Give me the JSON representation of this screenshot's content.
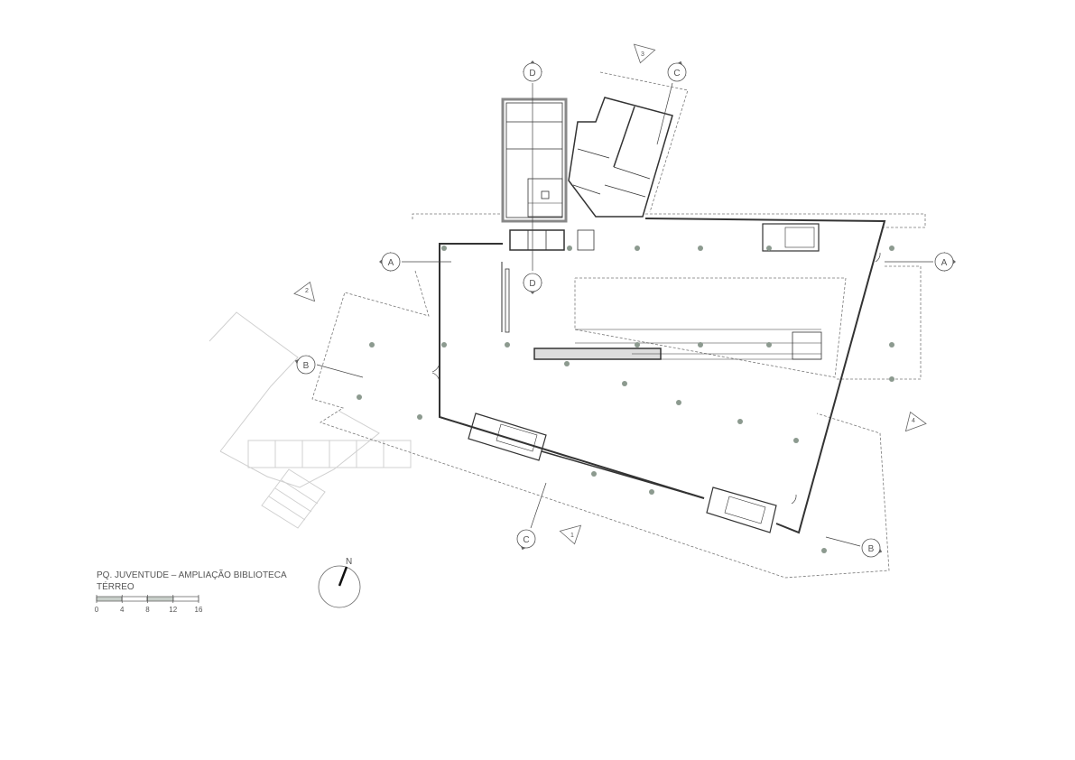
{
  "title_block": {
    "project": "PQ. JUVENTUDE – AMPLIAÇÃO BIBLIOTECA",
    "floor": "TÉRREO",
    "scale_ticks": [
      "0",
      "4",
      "8",
      "12",
      "16"
    ],
    "north_label": "N"
  },
  "section_markers": [
    {
      "id": "section-a-west",
      "label": "A"
    },
    {
      "id": "section-a-east",
      "label": "A"
    },
    {
      "id": "section-b-west",
      "label": "B"
    },
    {
      "id": "section-b-east",
      "label": "B"
    },
    {
      "id": "section-c-north",
      "label": "C"
    },
    {
      "id": "section-c-south",
      "label": "C"
    },
    {
      "id": "section-d-north",
      "label": "D"
    },
    {
      "id": "section-d-mid",
      "label": "D"
    }
  ],
  "elevation_markers": [
    {
      "id": "elevation-1",
      "label": "1"
    },
    {
      "id": "elevation-2",
      "label": "2"
    },
    {
      "id": "elevation-3",
      "label": "3"
    },
    {
      "id": "elevation-4",
      "label": "4"
    }
  ],
  "colors": {
    "wall": "#333333",
    "column": "#8c9a8f",
    "dashed": "#777777",
    "fill": "#c8cfca",
    "faint": "#cccccc"
  }
}
